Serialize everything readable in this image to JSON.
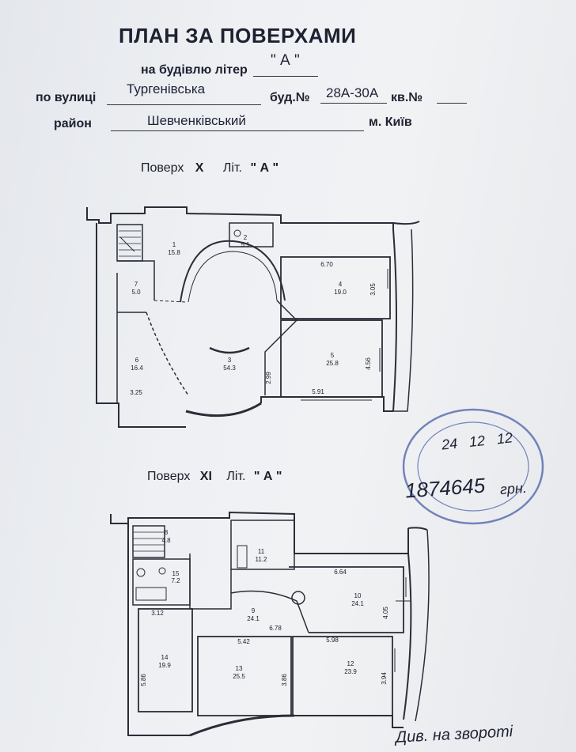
{
  "header": {
    "title": "ПЛАН ЗА ПОВЕРХАМИ",
    "building_label": "на будівлю літер",
    "building_value": "\" А \"",
    "street_label": "по вулиці",
    "street_value": "Тургенівська",
    "house_label": "буд.№",
    "house_value": "28А-30А",
    "apt_label": "кв.№",
    "district_label": "район",
    "district_value": "Шевченківський",
    "city": "м. Київ"
  },
  "floor_x": {
    "title_prefix": "Поверх",
    "floor_no": "X",
    "lit_label": "Літ.",
    "lit_value": "\" А \"",
    "rooms": [
      {
        "no": "1",
        "area": "15.8"
      },
      {
        "no": "2",
        "area": "5.1"
      },
      {
        "no": "3",
        "area": "54.3"
      },
      {
        "no": "4",
        "area": "19.0"
      },
      {
        "no": "5",
        "area": "25.8"
      },
      {
        "no": "6",
        "area": "16.4"
      },
      {
        "no": "7",
        "area": "5.0"
      }
    ],
    "dims": [
      "6.70",
      "3.05",
      "4.56",
      "5.91",
      "2.99",
      "3.25"
    ]
  },
  "floor_xi": {
    "title_prefix": "Поверх",
    "floor_no": "XI",
    "lit_label": "Літ.",
    "lit_value": "\" А \"",
    "rooms": [
      {
        "no": "8",
        "area": "4.8"
      },
      {
        "no": "9",
        "area": "24.1"
      },
      {
        "no": "10",
        "area": "24.1"
      },
      {
        "no": "11",
        "area": "11.2"
      },
      {
        "no": "12",
        "area": "23.9"
      },
      {
        "no": "13",
        "area": "25.5"
      },
      {
        "no": "14",
        "area": "19.9"
      },
      {
        "no": "15",
        "area": "7.2"
      }
    ],
    "dims": [
      "6.64",
      "4.05",
      "6.78",
      "5.42",
      "5.98",
      "3.12",
      "5.86",
      "3.86",
      "3.94"
    ]
  },
  "annotations": {
    "stamp_date": "24   12   12",
    "stamp_number": "1874645",
    "stamp_suffix": "грн.",
    "bottom_note": "Див. на звороті"
  },
  "colors": {
    "paper": "#eceef1",
    "ink": "#1c1f2a",
    "stamp_blue": "#4b5fa8",
    "handwriting": "#1e2235"
  }
}
